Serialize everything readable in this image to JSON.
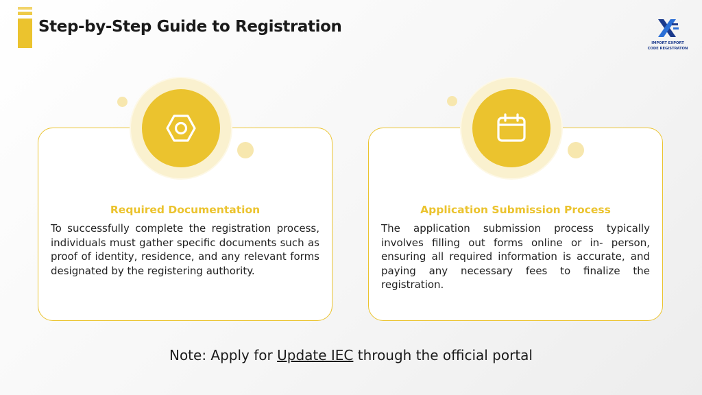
{
  "header": {
    "title": "Step-by-Step Guide to Registration"
  },
  "logo": {
    "line1": "IMPORT EXPORT",
    "line2": "CODE REGISTRATON",
    "colors": {
      "navy": "#1b3a8c",
      "blue": "#2b6fd6"
    }
  },
  "cards": [
    {
      "icon": "hexagon-nut-icon",
      "title": "Required Documentation",
      "description": "To successfully complete the registration process, individuals must gather specific documents such as proof of identity, residence, and any relevant forms designated by the registering authority."
    },
    {
      "icon": "calendar-icon",
      "title": "Application Submission Process",
      "description": "The application submission process typically involves filling out forms online or in- person, ensuring all required information is accurate, and paying any necessary fees to finalize the registration."
    }
  ],
  "note": {
    "prefix": "Note: Apply for ",
    "link_text": "Update IEC",
    "suffix": " through the official portal"
  },
  "colors": {
    "accent": "#EBC32E",
    "text": "#1a1a1a"
  }
}
